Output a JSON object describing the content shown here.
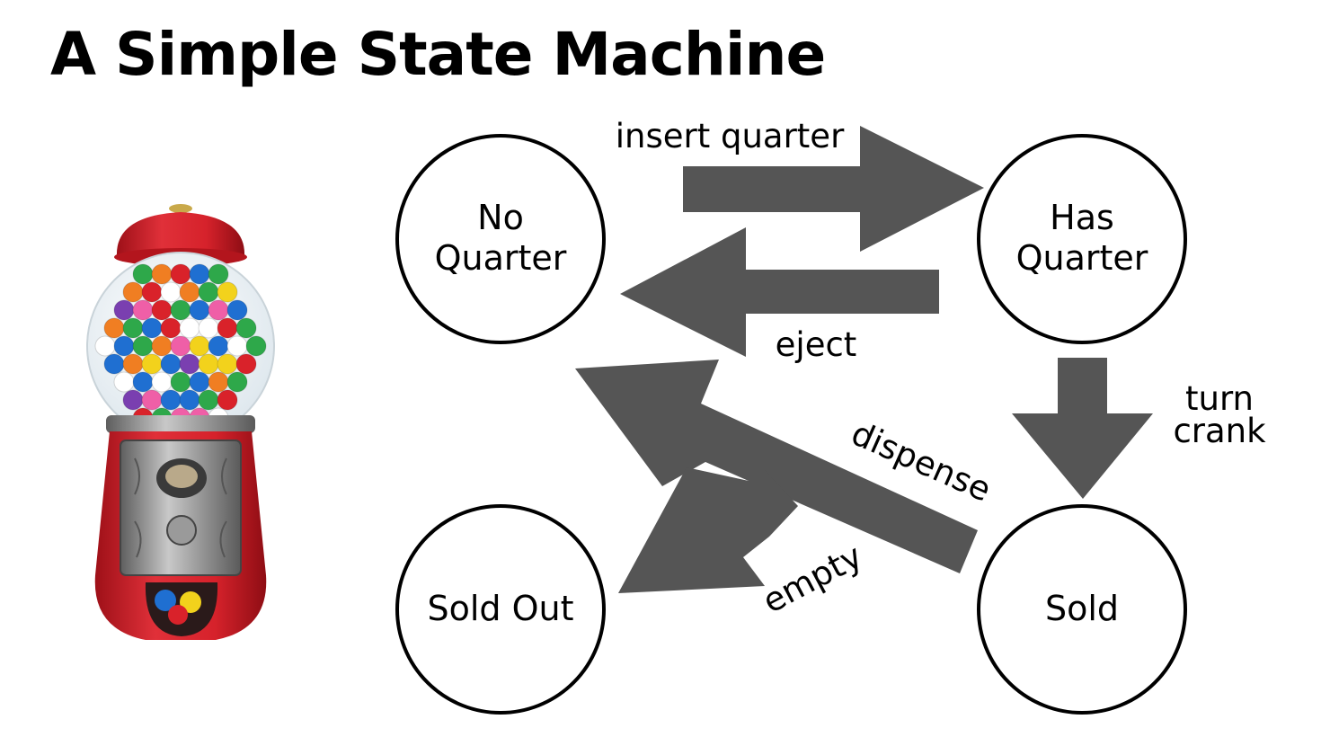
{
  "title": "A Simple State Machine",
  "illustration": {
    "icon": "gumball-machine-icon",
    "colors": {
      "red": "#d6222b",
      "dark_red": "#9e1018",
      "silver": "#8a8a8a",
      "glass": "#eef4f8"
    }
  },
  "diagram": {
    "states": [
      {
        "id": "no-quarter",
        "lines": [
          "No",
          "Quarter"
        ]
      },
      {
        "id": "has-quarter",
        "lines": [
          "Has",
          "Quarter"
        ]
      },
      {
        "id": "sold-out",
        "lines": [
          "Sold Out"
        ]
      },
      {
        "id": "sold",
        "lines": [
          "Sold"
        ]
      }
    ],
    "transitions": [
      {
        "id": "insert-quarter",
        "from": "no-quarter",
        "to": "has-quarter",
        "lines": [
          "insert quarter"
        ]
      },
      {
        "id": "eject",
        "from": "has-quarter",
        "to": "no-quarter",
        "lines": [
          "eject"
        ]
      },
      {
        "id": "turn-crank",
        "from": "has-quarter",
        "to": "sold",
        "lines": [
          "turn",
          "crank"
        ]
      },
      {
        "id": "dispense",
        "from": "sold",
        "to": "no-quarter",
        "lines": [
          "dispense"
        ]
      },
      {
        "id": "empty",
        "from": "sold",
        "to": "sold-out",
        "lines": [
          "empty"
        ]
      }
    ],
    "colors": {
      "arrow": "#555555",
      "circle_stroke": "#000000",
      "text": "#000000"
    }
  }
}
